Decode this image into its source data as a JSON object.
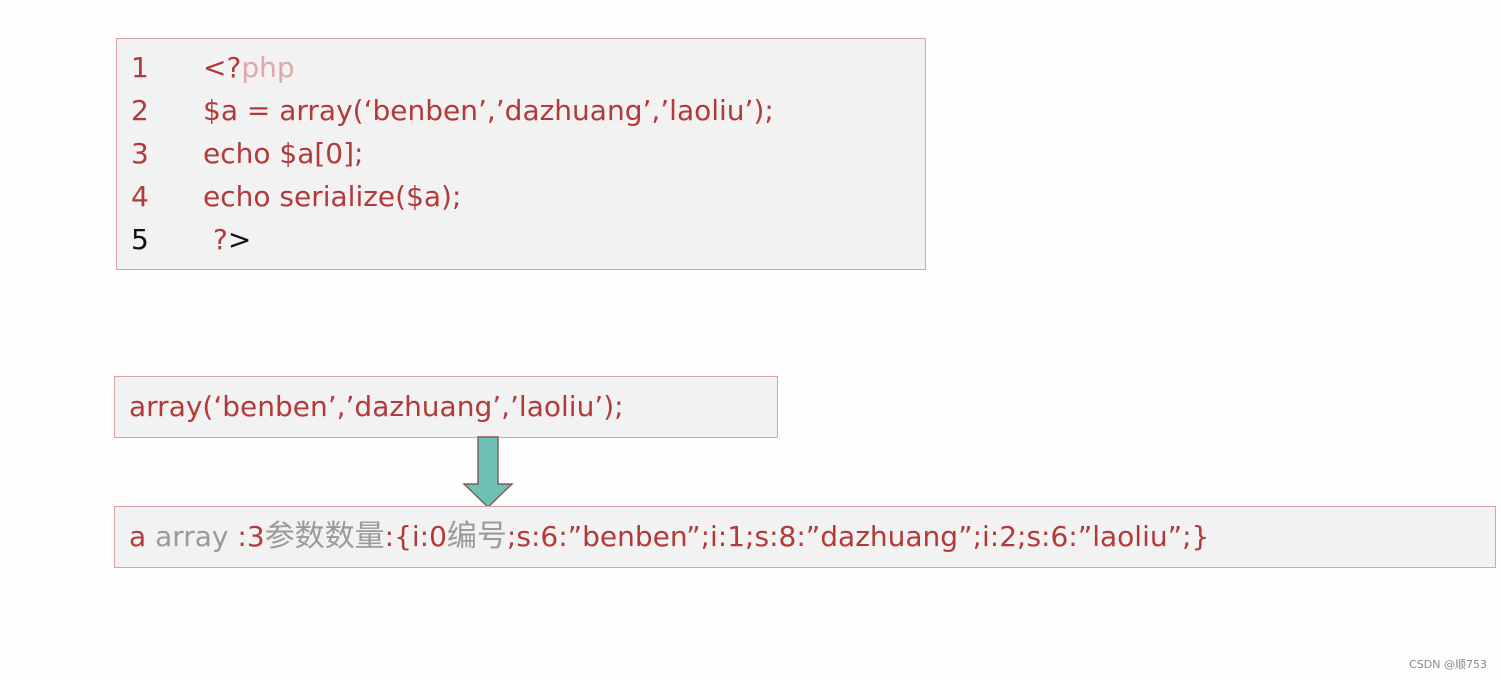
{
  "code_block": {
    "lines": [
      {
        "number": "1",
        "parts": [
          "<?",
          "php"
        ]
      },
      {
        "number": "2",
        "parts": [
          "$a = array(‘benben’,’dazhuang’,’laoliu’);"
        ]
      },
      {
        "number": "3",
        "parts": [
          "echo $a[0];"
        ]
      },
      {
        "number": "4",
        "parts": [
          "echo serialize($a);"
        ]
      },
      {
        "number": "5",
        "parts": [
          "?",
          ">"
        ]
      }
    ]
  },
  "array_box": {
    "text": "array(‘benben’,’dazhuang’,’laoliu’);"
  },
  "serialized_box": {
    "parts": [
      "a",
      " array ",
      ":3",
      "参数数量",
      ":{i:0",
      "编号",
      ";s:6:”benben”;i:1;s:8:”dazhuang”;i:2;s:6:”laoliu”;}"
    ]
  },
  "watermark": "CSDN @顺753",
  "colors": {
    "code_red": "#b23a3a",
    "annotation_gray": "#9a9a9a",
    "box_border": "#d9a3a3",
    "box_fill": "#f2f2f2",
    "arrow_fill": "#6cc0b4"
  }
}
